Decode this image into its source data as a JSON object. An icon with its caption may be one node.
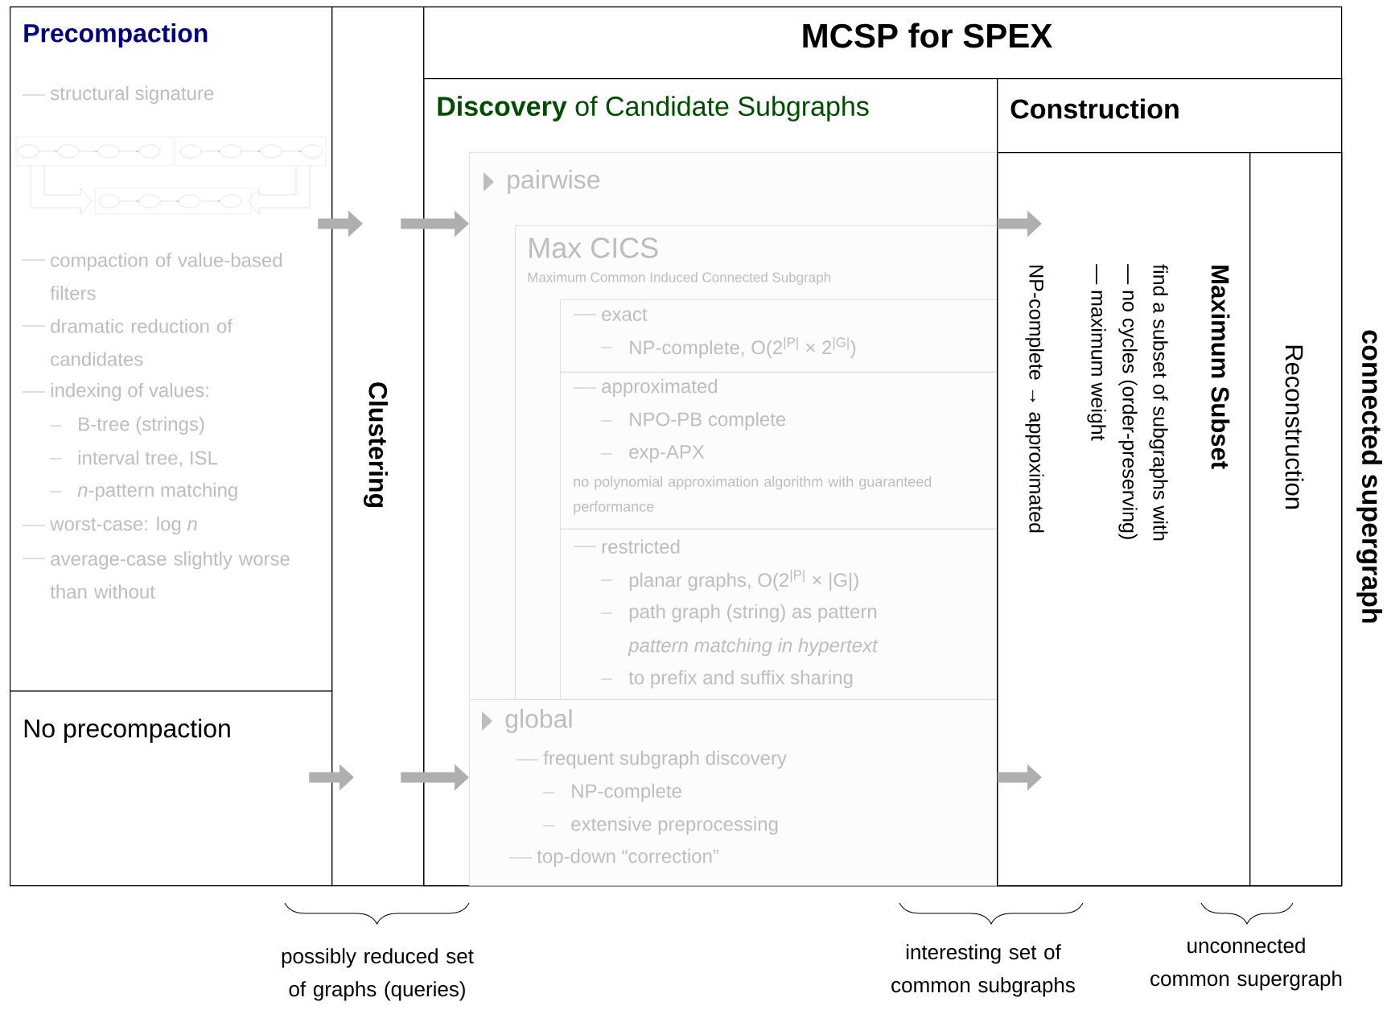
{
  "diagram": {
    "nodes": [
      {
        "text": [
          "Precompaction",
          "structural signature",
          "compaction of value-based filters",
          "dramatic reduction of candidates",
          "indexing of values:",
          "B-tree (strings)",
          "interval tree, ISL",
          "*n*-pattern matching",
          "worst-case: log *n*",
          "average-case slightly worse than without"
        ]
      },
      {
        "text": [
          "No precompaction"
        ]
      },
      {
        "text": [
          "Clustering"
        ]
      },
      {
        "text": [
          "MCSP for SPEX"
        ]
      },
      {
        "text": [
          "**Discovery** of Candidate Subgraphs"
        ],
        "in": 3
      },
      {
        "text": [
          "pairwise"
        ],
        "in": 4
      },
      {
        "text": [
          "Max CICS",
          "Maximum Common Induced Connected Subgraph"
        ],
        "in": 5
      },
      {
        "text": [
          "exact",
          "NP-complete, O(2$^{|P|}$ × 2$^{|G|}$)"
        ],
        "in": 6
      },
      {
        "text": [
          "approximated",
          "NPO-PB complete",
          "exp-APX",
          "no polynomial approximation algorithm with guaranteed performance"
        ],
        "in": 6
      },
      {
        "text": [
          "restricted",
          "planar graphs, O(2$^{|P|}$ × |G|)",
          "path graph (string) as pattern",
          "pattern matching in hypertext",
          "to prefix and suffix sharing"
        ],
        "in": 6
      },
      {
        "text": [
          "global",
          "frequent subgraph discovery",
          "NP-complete",
          "extensive preprocessing",
          "top-down “correction”"
        ],
        "in": 4
      },
      {
        "text": [
          "Construction"
        ],
        "in": 3
      },
      {
        "text": [
          "Maximum Subset",
          "find a subset of subgraphs with",
          "— no cycles (order-preserving)",
          "— maximum weight",
          "NP-complete → approximated"
        ],
        "in": 11
      },
      {
        "text": [
          "Reconstruction"
        ],
        "in": 11
      }
    ],
    "edges": [
      {
        "from": 0,
        "to": 2,
        "arrow": "to"
      },
      {
        "from": 2,
        "to": 5,
        "arrow": "to"
      },
      {
        "from": 5,
        "to": 12,
        "arrow": "to"
      },
      {
        "from": 1,
        "to": 2,
        "arrow": "to"
      },
      {
        "from": 2,
        "to": 10,
        "arrow": "to"
      },
      {
        "from": 10,
        "to": 12,
        "arrow": "to"
      }
    ],
    "labels": [
      "connected supergraph",
      "possibly reduced set of graphs (queries)",
      "interesting set of common subgraphs",
      "unconnected common supergraph"
    ]
  }
}
